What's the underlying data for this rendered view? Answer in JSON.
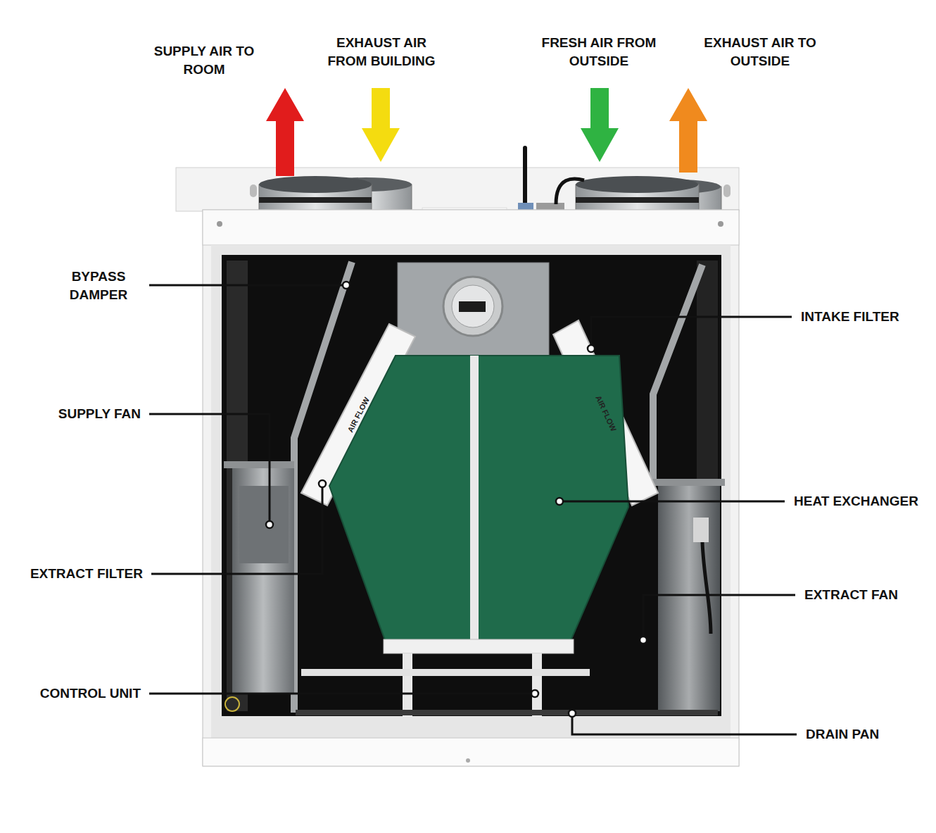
{
  "diagram": {
    "labels": [
      "SUPPLY AIR TO ROOM",
      "EXHAUST AIR FROM BUILDING",
      "FRESH AIR FROM OUTSIDE",
      "EXHAUST AIR TO OUTSIDE",
      "BYPASS DAMPER",
      "INTAKE FILTER",
      "SUPPLY FAN",
      "AIR FLOW",
      "AIR FLOW",
      "HEAT EXCHANGER",
      "EXTRACT FILTER",
      "EXTRACT FAN",
      "CONTROL UNIT",
      "DRAIN PAN"
    ]
  }
}
